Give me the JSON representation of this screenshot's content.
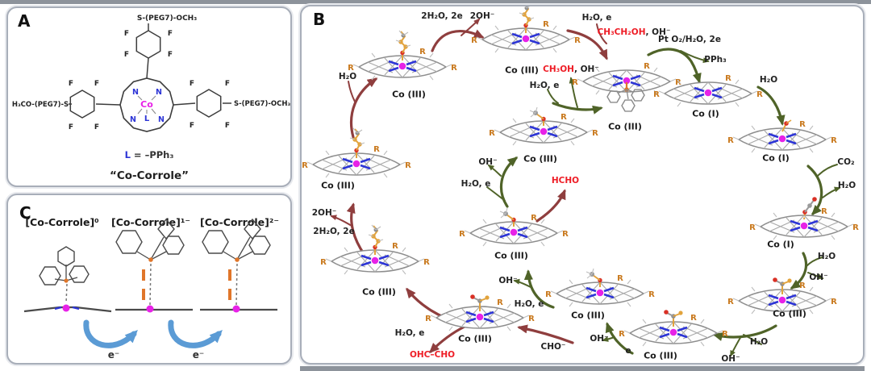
{
  "figure": {
    "panel_a_label": "A",
    "panel_b_label": "B",
    "panel_c_label": "C"
  },
  "panelA": {
    "top_substituent": "S-(PEG7)-OCH₃",
    "left_substituent": "H₃CO-(PEG7)-S",
    "right_substituent": "S-(PEG7)-OCH₃",
    "fluorine": "F",
    "nitrogen": "N",
    "cobalt": "Co",
    "axial_ligand": "L",
    "ligand_def_symbol": "L",
    "ligand_def_rest": " = –PPh₃",
    "name": "“Co-Corrole”"
  },
  "panelB": {
    "r_label": "R",
    "species": {
      "s1": "Co (III)",
      "s2": "Co (III)",
      "s3": "Co (III)",
      "s4": "Co (I)",
      "s5": "Co (I)",
      "s6": "Co (I)",
      "s7": "Co (III)",
      "s8": "Co (III)",
      "s9": "Co (III)",
      "s10": "Co (III)",
      "s11": "Co (III)",
      "s12": "Co (III)",
      "s13": "Co (III)",
      "s14": "Co (III)"
    },
    "labels": {
      "top_in": "2H₂O, 2e",
      "top_out": "2OH⁻",
      "topright_in": "H₂O, e",
      "ethanol": "CH₃CH₂OH",
      "ethanol_rest": ", OH⁻",
      "pt": "Pt O₂/H₂O, 2e",
      "pph3": "PPh₃",
      "h2o_1": "H₂O",
      "co2": "CO₂",
      "h2o_2": "H₂O",
      "h2o_3": "H₂O",
      "oh_1": "OH⁻",
      "h2o_4": "H₂O",
      "oh_2": "OH⁻",
      "e_1": "e",
      "oh_3": "OH⁻",
      "cho": "CHO⁻",
      "oh_4": "OH⁻",
      "h2o_e_1": "H₂O, e",
      "h2o_e_2": "H₂O, e",
      "glyoxal": "OHC–CHO",
      "left_out": "2OH⁻",
      "left_in": "2H₂O, 2e",
      "h2o_5": "H₂O",
      "methanol": "CH₃OH",
      "methanol_rest": ", OH⁻",
      "h2o_e_3": "H₂O, e",
      "oh_5": "OH⁻",
      "h2o_e_4": "H₂O, e",
      "hcho": "HCHO"
    }
  },
  "panelC": {
    "state_0": "[Co-Corrole]⁰",
    "state_1": "[Co-Corrole]¹⁻",
    "state_2": "[Co-Corrole]²⁻",
    "electron": "e⁻"
  },
  "colors": {
    "dark_red_arrow": "#8f3e3e",
    "green_arrow": "#4f6328",
    "product_red": "#ee1c25",
    "r_orange": "#c9791d",
    "cobalt_magenta": "#e722e7",
    "nitrogen_blue": "#2d35d6",
    "electron_arrow_blue": "#5b9bd5"
  }
}
